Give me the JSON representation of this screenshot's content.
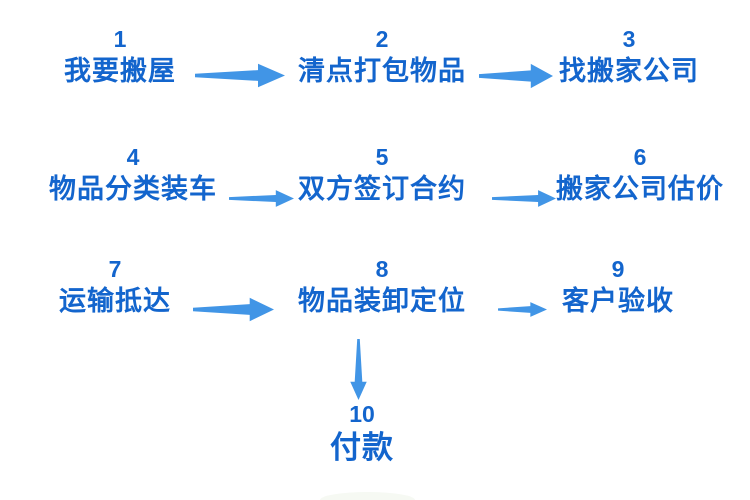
{
  "diagram": {
    "type": "flowchart",
    "topic": "moving-house-process",
    "steps": [
      {
        "number": "1",
        "label": "我要搬屋"
      },
      {
        "number": "2",
        "label": "清点打包物品"
      },
      {
        "number": "3",
        "label": "找搬家公司"
      },
      {
        "number": "4",
        "label": "物品分类装车"
      },
      {
        "number": "5",
        "label": "双方签订合约"
      },
      {
        "number": "6",
        "label": "搬家公司估价"
      },
      {
        "number": "7",
        "label": "运输抵达"
      },
      {
        "number": "8",
        "label": "物品装卸定位"
      },
      {
        "number": "9",
        "label": "客户验收"
      },
      {
        "number": "10",
        "label": "付款"
      }
    ],
    "connections": [
      {
        "from": "1",
        "to": "2",
        "direction": "right"
      },
      {
        "from": "2",
        "to": "3",
        "direction": "right"
      },
      {
        "from": "4",
        "to": "5",
        "direction": "right"
      },
      {
        "from": "5",
        "to": "6",
        "direction": "right"
      },
      {
        "from": "7",
        "to": "8",
        "direction": "right"
      },
      {
        "from": "8",
        "to": "9",
        "direction": "right"
      },
      {
        "from": "8",
        "to": "10",
        "direction": "down"
      }
    ],
    "colors": {
      "text": "#1365cd",
      "arrow": "#4195e6",
      "background": "#ffffff"
    }
  }
}
